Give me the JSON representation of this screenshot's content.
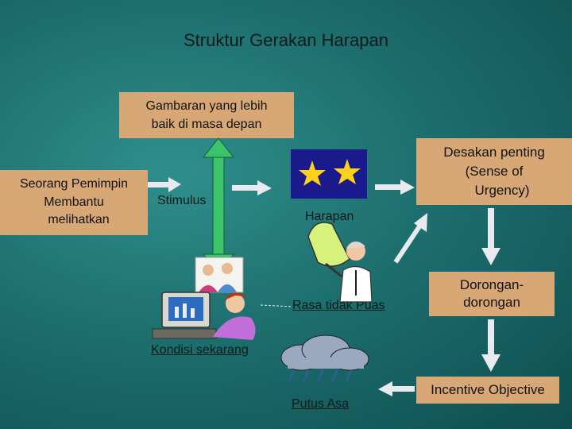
{
  "title": "Struktur Gerakan Harapan",
  "boxes": {
    "future": [
      "Gambaran yang lebih",
      "baik di masa depan"
    ],
    "leader": [
      "Seorang Pemimpin",
      "Membantu",
      "melihatkan"
    ],
    "urgency": [
      "Desakan penting",
      "(Sense of",
      "Urgency)"
    ],
    "drive": [
      "Dorongan-",
      "dorongan"
    ],
    "incentive": "Incentive Objective"
  },
  "labels": {
    "stimulus": "Stimulus",
    "hope": "Harapan",
    "dissatisfied": "Rasa tidak Puas",
    "current": "Kondisi sekarang",
    "despair": "Putus Asa"
  },
  "colors": {
    "box_fill": "#d7a875",
    "arrow_green": "#3cc46a",
    "arrow_light": "#e8eaf0"
  },
  "icons": [
    "stars-icon",
    "people-icon",
    "computer-user-icon",
    "presenter-icon",
    "storm-cloud-icon"
  ]
}
